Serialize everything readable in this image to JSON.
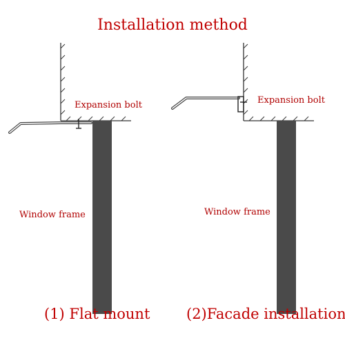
{
  "diagram": {
    "title": "Installation method",
    "panels": [
      {
        "expansion_bolt_label": "Expansion bolt",
        "window_frame_label": "Window frame",
        "caption": "(1) Flat mount"
      },
      {
        "expansion_bolt_label": "Expansion bolt",
        "window_frame_label": "Window frame",
        "caption": "(2)Facade installation"
      }
    ],
    "colors": {
      "text": "#c00000",
      "frame": "#4a4a4a",
      "lines": "#333333"
    }
  }
}
